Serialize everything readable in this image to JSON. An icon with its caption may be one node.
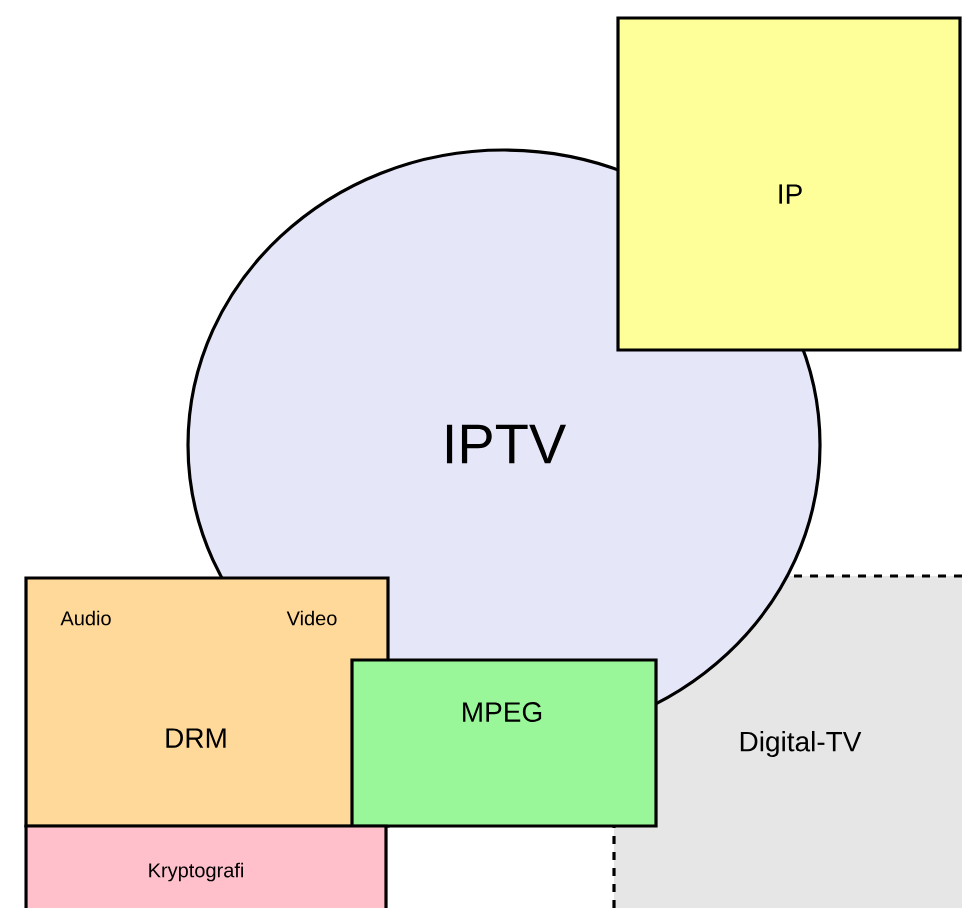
{
  "diagram": {
    "nodes": [
      {
        "text": [
          "IP"
        ]
      },
      {
        "text": [
          "IPTV"
        ]
      },
      {
        "text": [
          "Digital-TV"
        ]
      },
      {
        "text": [
          "DRM",
          "Audio",
          "Video"
        ]
      },
      {
        "text": [
          "MPEG"
        ]
      },
      {
        "text": [
          "Kryptografi"
        ]
      }
    ]
  }
}
